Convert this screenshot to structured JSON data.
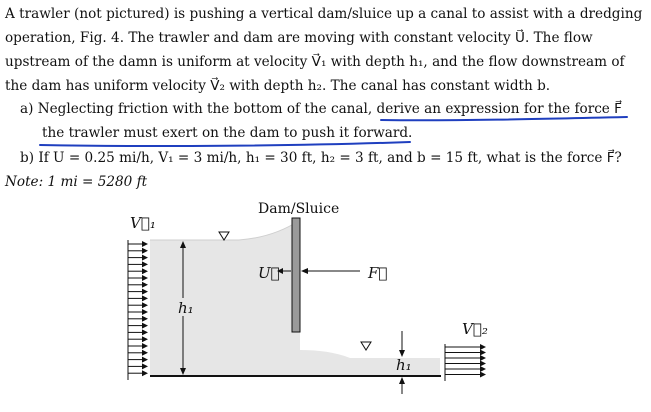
{
  "problem": {
    "line1": "A trawler (not pictured) is pushing a vertical dam/sluice up a canal to assist with a dredging",
    "line2": "operation, Fig. 4.  The trawler and dam are moving with constant velocity U⃗.  The flow",
    "line3": "upstream of the damn is uniform at velocity V⃗₁ with depth h₁, and the flow downstream of",
    "line4": "the dam has uniform velocity V⃗₂ with depth h₂.  The canal has constant width b.",
    "part_a_1": "a)  Neglecting friction with the bottom of the canal, derive an expression for the force F⃗",
    "part_a_2": "the trawler must exert on the dam to push it forward.",
    "part_b": "b)  If U = 0.25 mi/h, V₁ = 3 mi/h, h₁ = 30 ft, h₂ = 3 ft, and b = 15 ft, what is the force F⃗?",
    "note": "Note:  1 mi = 5280 ft"
  },
  "figure": {
    "dam_label": "Dam/Sluice",
    "v1_label": "V⃗₁",
    "v2_label": "V⃗₂",
    "h1_left_label": "h₁",
    "h1_right_label": "h₁",
    "u_label": "U⃗",
    "f_label": "F⃗"
  },
  "colors": {
    "water": "#e6e6e6",
    "dam": "#9a9a9a",
    "annotation_underline": "#1f3fbf"
  }
}
